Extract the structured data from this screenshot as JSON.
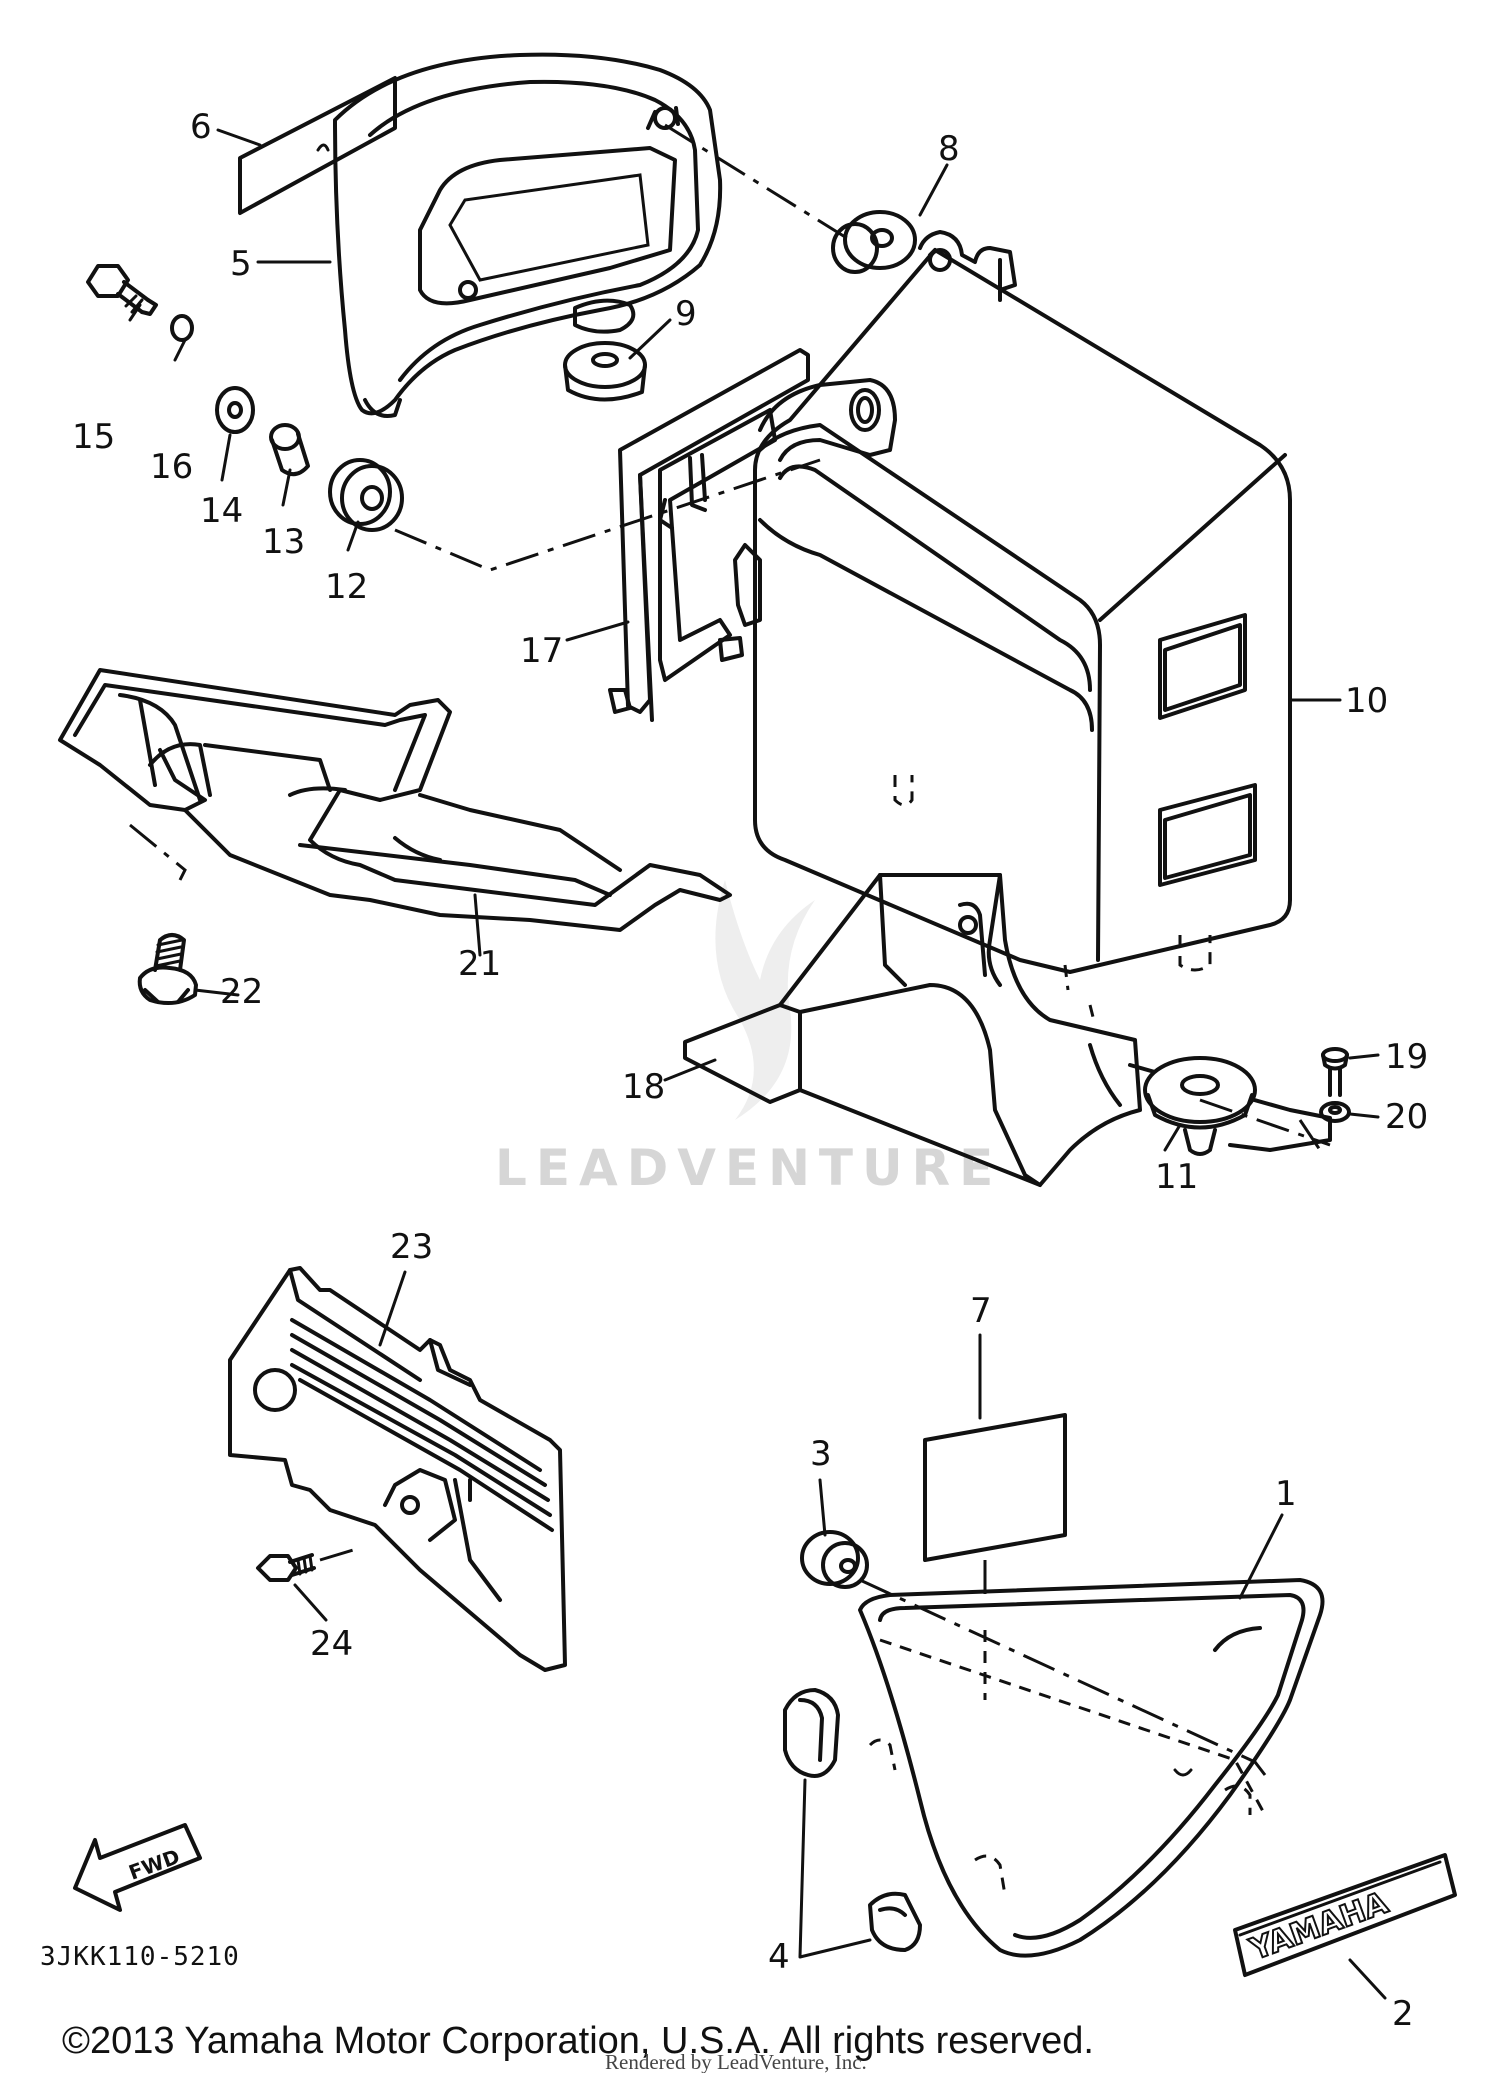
{
  "diagram": {
    "watermark": "LEADVENTURE",
    "diagram_code": "3JKK110-5210",
    "fwd_label": "FWD",
    "brand_label": "YAMAHA",
    "copyright": "©2013 Yamaha Motor Corporation, U.S.A. All rights reserved.",
    "rendered_by": "Rendered by LeadVenture, Inc.",
    "callouts": [
      "1",
      "2",
      "3",
      "4",
      "5",
      "6",
      "7",
      "8",
      "9",
      "10",
      "11",
      "12",
      "13",
      "14",
      "15",
      "16",
      "17",
      "18",
      "19",
      "20",
      "21",
      "22",
      "23",
      "24"
    ]
  }
}
